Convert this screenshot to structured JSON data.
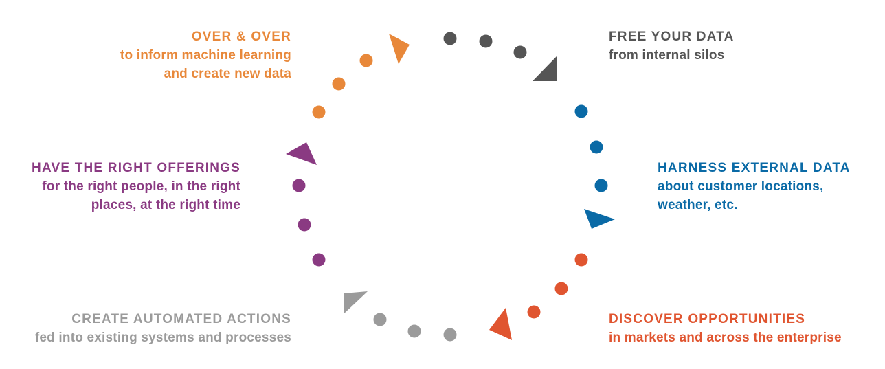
{
  "stages": {
    "free": {
      "title": "FREE YOUR DATA",
      "subtitle_lines": [
        "from internal silos"
      ],
      "color": "#555555"
    },
    "harness": {
      "title": "HARNESS EXTERNAL DATA",
      "subtitle_lines": [
        "about customer locations,",
        "weather, etc."
      ],
      "color": "#0a6aa6"
    },
    "discover": {
      "title": "DISCOVER OPPORTUNITIES",
      "subtitle_lines": [
        "in markets and across the enterprise"
      ],
      "color": "#e05530"
    },
    "create": {
      "title": "CREATE AUTOMATED ACTIONS",
      "subtitle_lines": [
        "fed into existing systems and processes"
      ],
      "color": "#9b9b9b"
    },
    "offerings": {
      "title": "HAVE THE RIGHT OFFERINGS",
      "subtitle_lines": [
        "for the right people, in the right",
        "places, at the right time"
      ],
      "color": "#8a3a82"
    },
    "over": {
      "title": "OVER & OVER",
      "subtitle_lines": [
        "to inform machine learning",
        "and create new data"
      ],
      "color": "#e8883a"
    }
  }
}
